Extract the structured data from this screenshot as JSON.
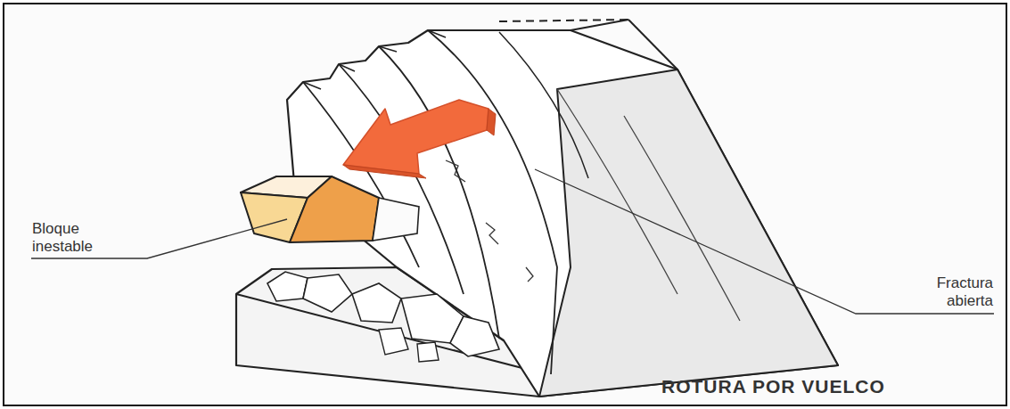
{
  "diagram": {
    "title": "ROTURA POR VUELCO",
    "labels": [
      "Bloque inestable",
      "Fractura abierta"
    ]
  }
}
